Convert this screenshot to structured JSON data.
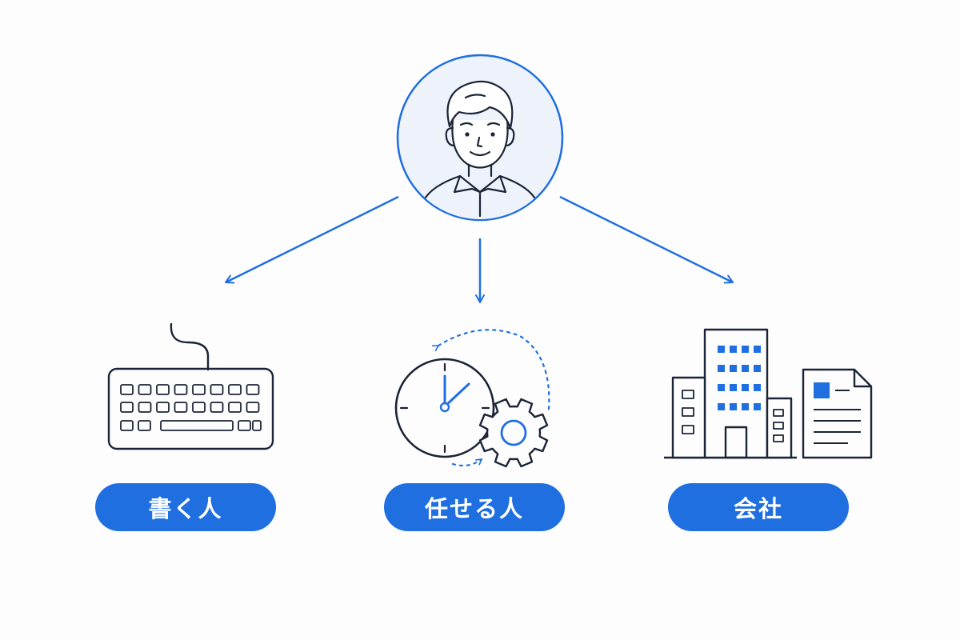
{
  "colors": {
    "accent": "#1f6fe0",
    "outline": "#1b2436",
    "avatar_fill": "#eef3fb",
    "pill_text": "#ffffff"
  },
  "center_figure": {
    "icon": "person-avatar-icon"
  },
  "branches": [
    {
      "label": "書く人",
      "icon": "keyboard-icon"
    },
    {
      "label": "任せる人",
      "icon": "clock-gear-icon"
    },
    {
      "label": "会社",
      "icon": "building-document-icon"
    }
  ]
}
